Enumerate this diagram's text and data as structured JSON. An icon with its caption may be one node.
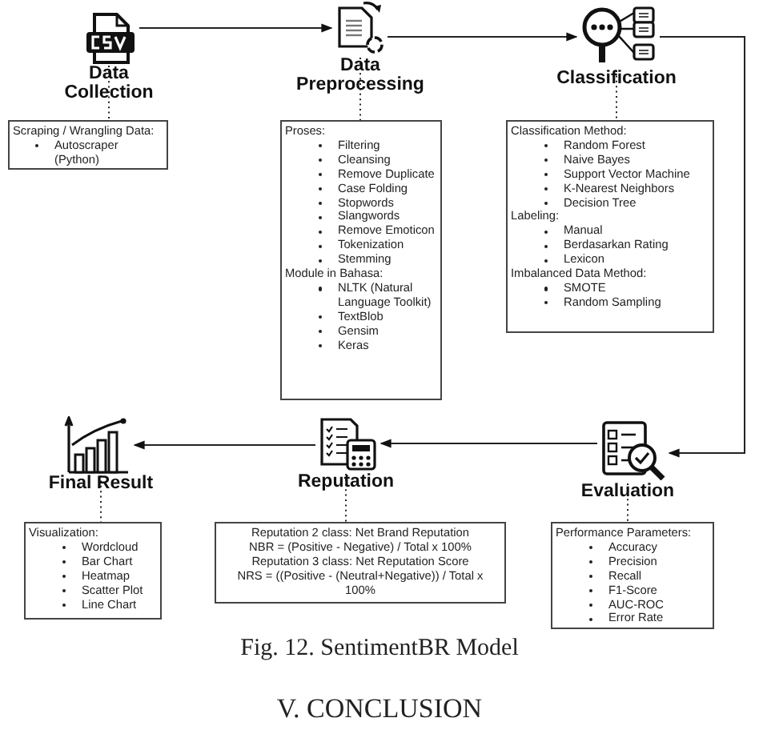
{
  "diagram": {
    "caption": "Fig. 12. SentimentBR Model",
    "nodes": [
      {
        "text": [
          "Data Collection"
        ]
      },
      {
        "text": [
          "Data Preprocessing"
        ]
      },
      {
        "text": [
          "Classification"
        ]
      },
      {
        "text": [
          "Scraping / Wrangling Data:",
          "Autoscraper (Python)"
        ]
      },
      {
        "text": [
          "Proses:",
          "Filtering",
          "Cleansing",
          "Remove Duplicate",
          "Case Folding",
          "Stopwords",
          "Slangwords",
          "Remove Emoticon",
          "Tokenization",
          "Stemming",
          "Module in Bahasa:",
          "NLTK (Natural Language Toolkit)",
          "TextBlob",
          "Gensim",
          "Keras"
        ]
      },
      {
        "text": [
          "Classification Method:",
          "Random Forest",
          "Naive Bayes",
          "Support Vector Machine",
          "K-Nearest Neighbors",
          "Decision Tree",
          "Labeling:",
          "Manual",
          "Berdasarkan Rating",
          "Lexicon",
          "Imbalanced Data Method:",
          "SMOTE",
          "Random Sampling"
        ]
      },
      {
        "text": [
          "Final Result"
        ]
      },
      {
        "text": [
          "Reputation"
        ]
      },
      {
        "text": [
          "Evaluation"
        ]
      },
      {
        "text": [
          "Visualization:",
          "Wordcloud",
          "Bar Chart",
          "Heatmap",
          "Scatter Plot",
          "Line Chart"
        ]
      },
      {
        "text": [
          "Reputation 2 class: Net Brand Reputation",
          "NBR = (Positive - Negative) / Total x 100%",
          "Reputation 3 class: Net Reputation Score",
          "NRS = ((Positive - (Neutral+Negative)) / Total x 100%"
        ]
      },
      {
        "text": [
          "Performance Parameters:",
          "Accuracy",
          "Precision",
          "Recall",
          "F1-Score",
          "AUC-ROC",
          "Error Rate"
        ]
      }
    ],
    "edges": [
      {
        "from": 0,
        "to": 1,
        "arrow": "to"
      },
      {
        "from": 1,
        "to": 2,
        "arrow": "to"
      },
      {
        "from": 2,
        "to": 8,
        "arrow": "to"
      },
      {
        "from": 8,
        "to": 7,
        "arrow": "to"
      },
      {
        "from": 7,
        "to": 6,
        "arrow": "to"
      },
      {
        "from": 0,
        "to": 3,
        "arrow": "none",
        "style": "dashed"
      },
      {
        "from": 1,
        "to": 4,
        "arrow": "none",
        "style": "dashed"
      },
      {
        "from": 2,
        "to": 5,
        "arrow": "none",
        "style": "dashed"
      },
      {
        "from": 6,
        "to": 9,
        "arrow": "none",
        "style": "dashed"
      },
      {
        "from": 7,
        "to": 10,
        "arrow": "none",
        "style": "dashed"
      },
      {
        "from": 8,
        "to": 11,
        "arrow": "none",
        "style": "dashed"
      }
    ],
    "labels": [
      "V. CONCLUSION"
    ]
  }
}
